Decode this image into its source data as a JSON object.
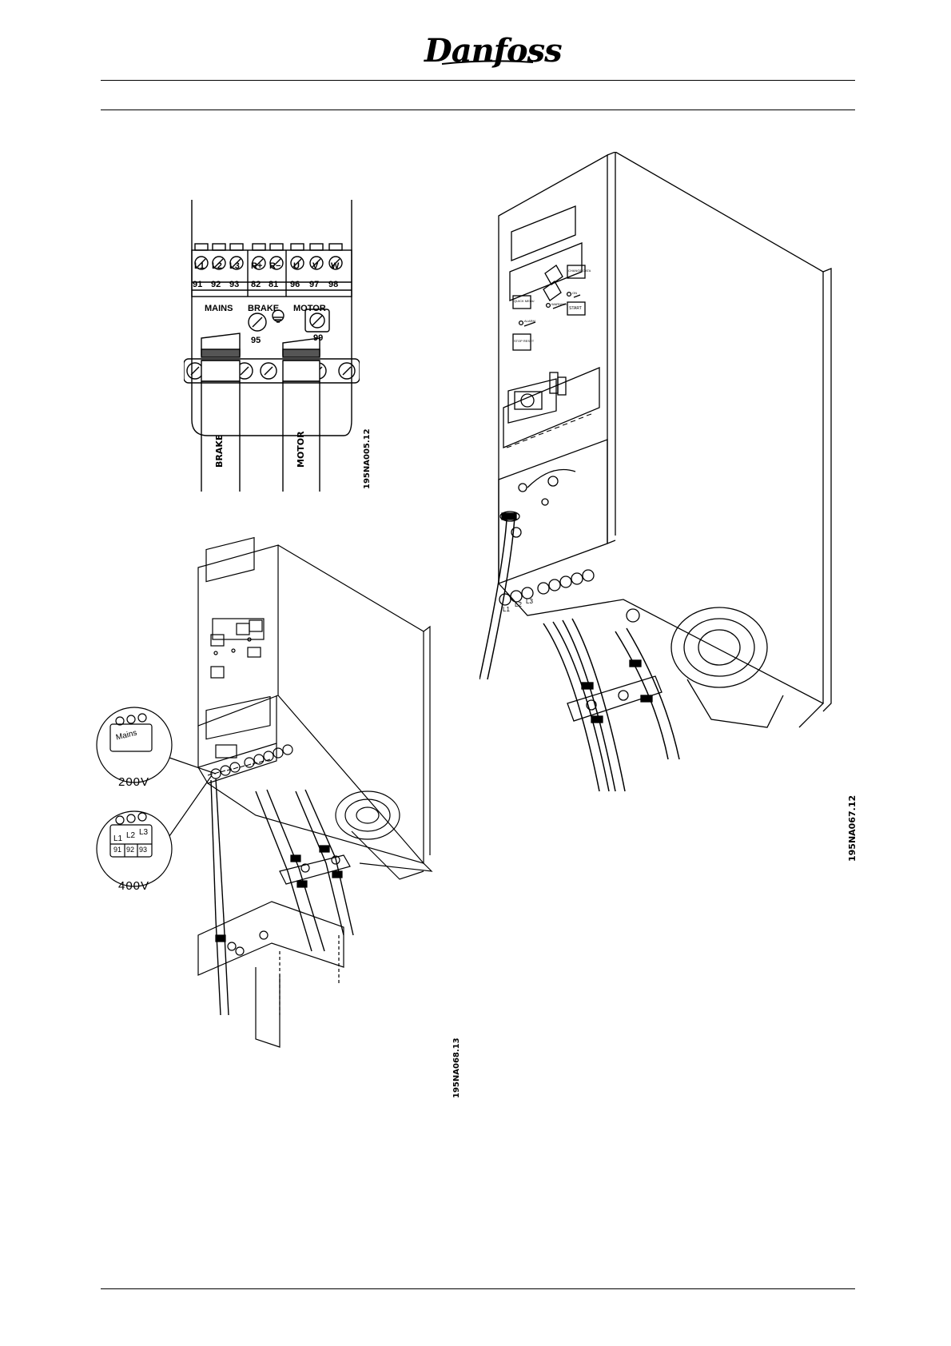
{
  "header": {
    "logo_text": "Danfoss"
  },
  "figure_top_left": {
    "terminals": [
      {
        "label": "L1",
        "num": "91"
      },
      {
        "label": "L2",
        "num": "92"
      },
      {
        "label": "L3",
        "num": "93"
      },
      {
        "label": "R+",
        "num": "82"
      },
      {
        "label": "R−",
        "num": "81"
      },
      {
        "label": "U",
        "num": "96"
      },
      {
        "label": "V",
        "num": "97"
      },
      {
        "label": "W",
        "num": "98"
      }
    ],
    "group_labels": {
      "mains": "MAINS",
      "brake": "BRAKE",
      "motor": "MOTOR"
    },
    "ground_numbers": {
      "left": "95",
      "right": "99"
    },
    "cable_labels": {
      "brake": "BRAKE",
      "motor": "MOTOR"
    },
    "code": "195NA005.12"
  },
  "figure_bottom_left": {
    "inset_200v": {
      "connector_text": "Mains",
      "voltage": "200V"
    },
    "inset_400v": {
      "terminal_labels": [
        "L1",
        "L2",
        "L3"
      ],
      "terminal_numbers": [
        "91",
        "92",
        "93"
      ],
      "voltage": "400V"
    },
    "code": "195NA068.13"
  },
  "figure_right": {
    "panel_buttons": {
      "quick_menu": "QUICK MENU",
      "change_data": "CHANGE DATA",
      "start": "START",
      "stop_reset": "STOP RESET"
    },
    "leds": {
      "alarm": "ALARM",
      "warning": "WARNING",
      "on": "ON"
    },
    "terminal_labels": [
      "L1",
      "L2",
      "L3"
    ],
    "code": "195NA067.12"
  }
}
